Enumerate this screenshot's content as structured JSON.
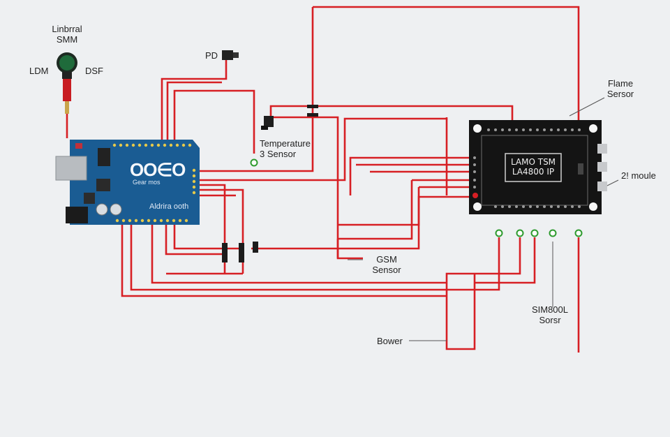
{
  "colors": {
    "background": "#eef0f2",
    "wire": "#d71f24",
    "board": "#1a5c93",
    "module": "#141414",
    "connector": "#2e9b2e",
    "annotation": "#555555"
  },
  "labels": {
    "lib_line1": "Linbrral",
    "lib_line2": "SMM",
    "ldm": "LDM",
    "dsf": "DSF",
    "pd": "PD",
    "temp_line1": "Temperature",
    "temp_line2": "3 Sensor",
    "flame_line1": "Flame",
    "flame_line2": "Sersor",
    "module_side": "2! moule",
    "gsm_line1": "GSM",
    "gsm_line2": "Sensor",
    "sim_line1": "SIM800L",
    "sim_line2": "Sorsr",
    "bower": "Bower"
  },
  "board": {
    "logo": "OO∈O",
    "sub": "Gear mos",
    "name": "Aldrira ooth"
  },
  "module": {
    "line1": "LAMO TSM",
    "line2": "LA4800 IP"
  },
  "icons": [
    "speaker-icon",
    "pd-sensor-icon",
    "temperature-sensor-icon",
    "usb-port-icon",
    "power-jack-icon"
  ]
}
